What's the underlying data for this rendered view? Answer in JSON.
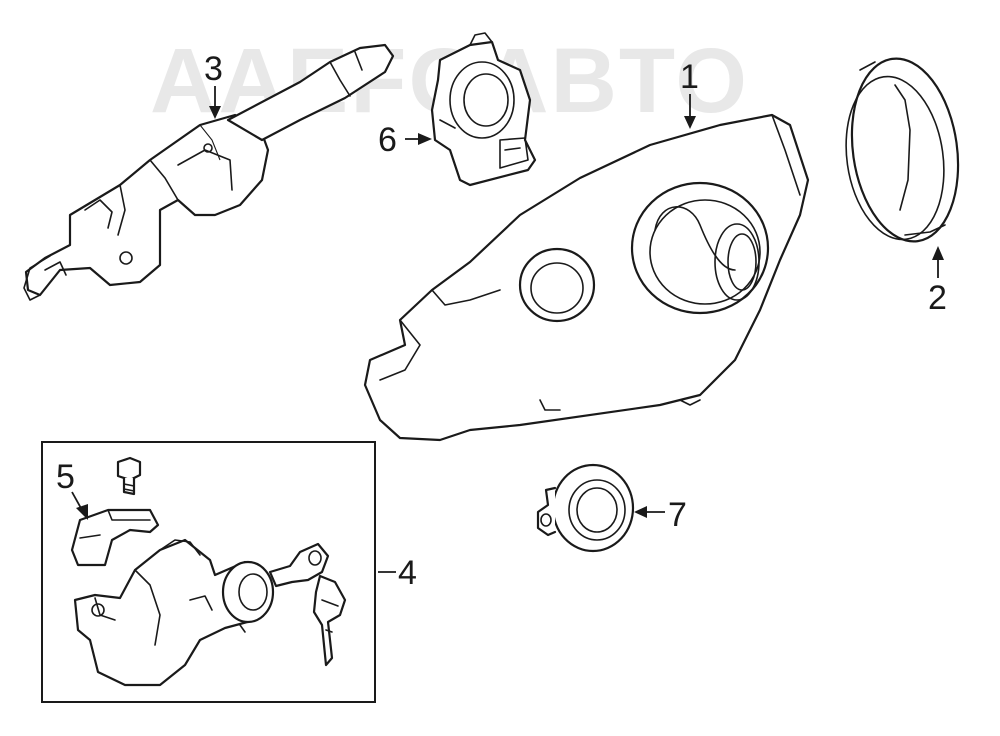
{
  "watermark": {
    "text": "AAEFOABTO"
  },
  "callouts": [
    {
      "id": "1",
      "label": "1"
    },
    {
      "id": "2",
      "label": "2"
    },
    {
      "id": "3",
      "label": "3"
    },
    {
      "id": "4",
      "label": "4"
    },
    {
      "id": "5",
      "label": "5"
    },
    {
      "id": "6",
      "label": "6"
    },
    {
      "id": "7",
      "label": "7"
    }
  ],
  "colors": {
    "line": "#1a1a1a",
    "watermark": "#d6d6d6",
    "background": "#ffffff"
  }
}
